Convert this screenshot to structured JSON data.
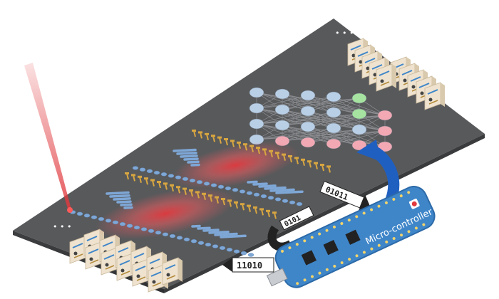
{
  "labels": {
    "mcu": "Micro-controller",
    "bits_output": "11010",
    "bits_feedback": "0101",
    "bits_input": "01011",
    "dots_top": "• • •",
    "dots_left": "• • •"
  },
  "colors": {
    "board": "#58595b",
    "laser": "#e0393e",
    "waveguide": "#7ea7d6",
    "electrode": "#d8a640",
    "mcu_board": "#3f86c9",
    "arrow_blue": "#1f5fc0",
    "nn_blue": "#b9cfe6",
    "nn_pink": "#f2a9b4",
    "nn_green": "#a6e3a1"
  },
  "network": {
    "layers": [
      [
        "blue",
        "blue",
        "blue",
        "blue",
        "green"
      ],
      [
        "blue",
        "blue",
        "blue",
        "blue",
        "green",
        "pink"
      ],
      [
        "blue",
        "blue",
        "blue",
        "blue",
        "blue",
        "pink"
      ],
      [
        "blue",
        "pink",
        "pink",
        "pink",
        "pink",
        "pink"
      ]
    ]
  },
  "icons": {
    "laser": "laser-beam-icon",
    "chip": "chip-icon",
    "usb": "usb-connector-icon",
    "arrow": "curved-arrow-icon"
  }
}
